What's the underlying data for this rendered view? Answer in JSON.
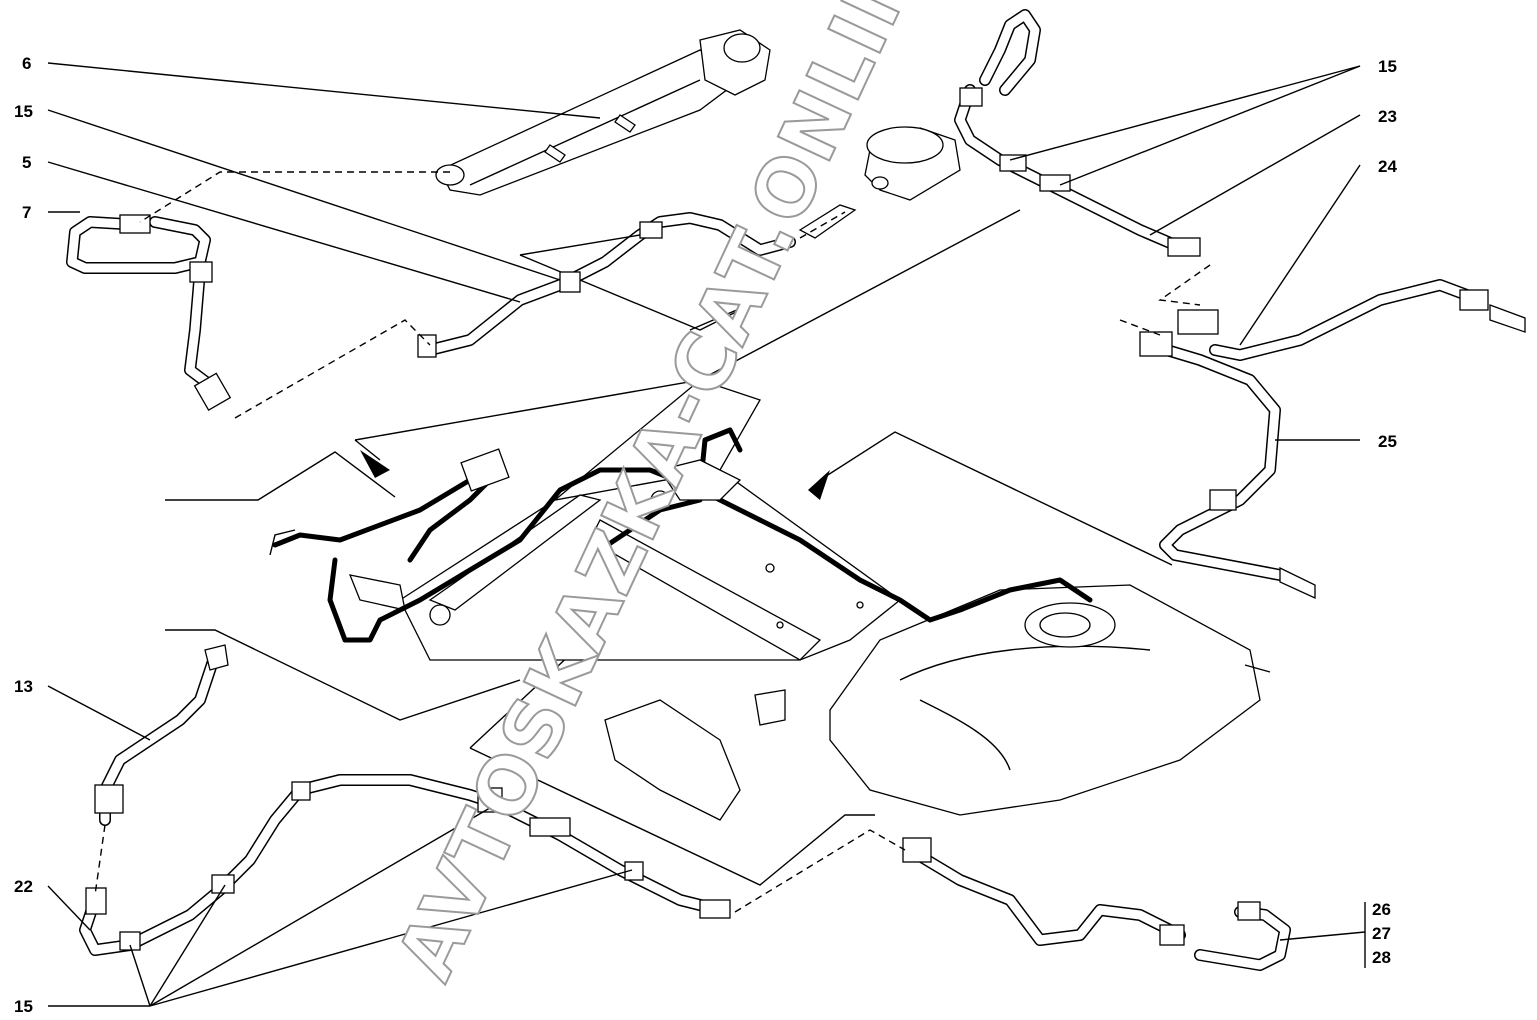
{
  "callouts": {
    "c6": "6",
    "c15_top_left": "15",
    "c5": "5",
    "c7": "7",
    "c13": "13",
    "c22": "22",
    "c15_bottom_left": "15",
    "c15_top_right": "15",
    "c23": "23",
    "c24": "24",
    "c25": "25",
    "c26": "26",
    "c27": "27",
    "c28": "28"
  },
  "watermark": "AVTOSKAZKA-CAT.ONLINE",
  "colors": {
    "ink": "#000000",
    "paper": "#ffffff",
    "watermark_outline": "#9a9a9a"
  }
}
